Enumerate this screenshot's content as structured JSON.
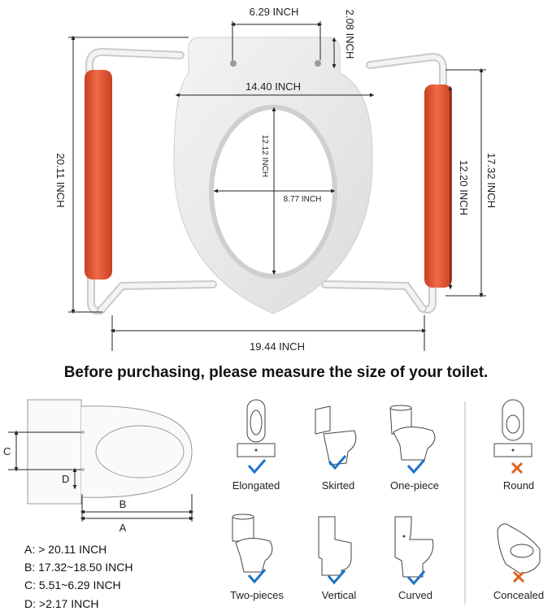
{
  "dimensions": {
    "hole_spacing": "6.29 INCH",
    "hole_offset": "2.08 INCH",
    "seat_width": "14.40 INCH",
    "opening_length": "12.12 INCH",
    "opening_width": "8.77 INCH",
    "overall_height": "20.11 INCH",
    "seat_length": "17.32 INCH",
    "armrest_length": "12.20 INCH",
    "overall_width": "19.44 INCH"
  },
  "headline": "Before purchasing, please measure the size of  your toilet.",
  "diagram": {
    "label_a": "A",
    "label_b": "B",
    "label_c": "C",
    "label_d": "D"
  },
  "specs": [
    "A: > 20.11 INCH",
    "B: 17.32~18.50 INCH",
    "C: 5.51~6.29 INCH",
    "D: >2.17 INCH"
  ],
  "toilet_types": {
    "compatible": [
      "Elongated",
      "Skirted",
      "One-piece",
      "Two-pieces",
      "Vertical",
      "Curved"
    ],
    "incompatible": [
      "Round",
      "Concealed"
    ]
  },
  "colors": {
    "foam": "#e8573a",
    "frame": "#e9eaea",
    "check": "#1f74c6",
    "cross": "#e0631e"
  }
}
